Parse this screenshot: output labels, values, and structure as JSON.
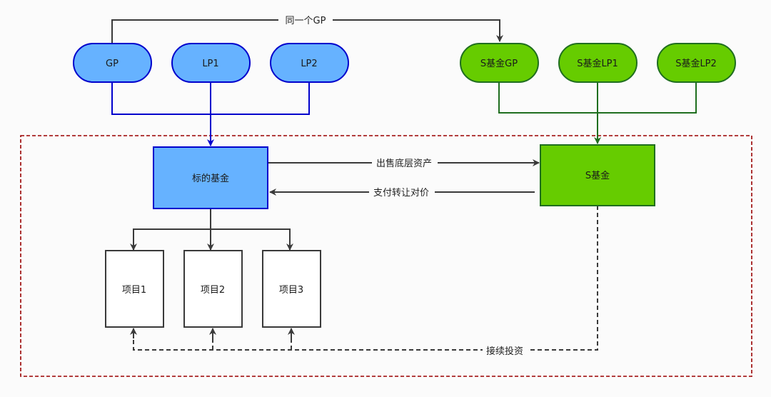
{
  "colors": {
    "blue_fill": "#66b2ff",
    "blue_stroke": "#0000cc",
    "green_fill": "#66cc00",
    "green_stroke": "#1f6e1f",
    "dark_line": "#3a3a3a",
    "boundary": "#990000",
    "project_fill": "#ffffff",
    "background": "#fbfbfb"
  },
  "nodes": {
    "gp": "GP",
    "lp1": "LP1",
    "lp2": "LP2",
    "s_gp": "S基金GP",
    "s_lp1": "S基金LP1",
    "s_lp2": "S基金LP2",
    "target_fund": "标的基金",
    "s_fund": "S基金",
    "project1": "项目1",
    "project2": "项目2",
    "project3": "项目3"
  },
  "edges": {
    "same_gp": "同一个GP",
    "sell_assets": "出售底层资产",
    "pay_price": "支付转让对价",
    "continue_invest": "接续投资"
  }
}
